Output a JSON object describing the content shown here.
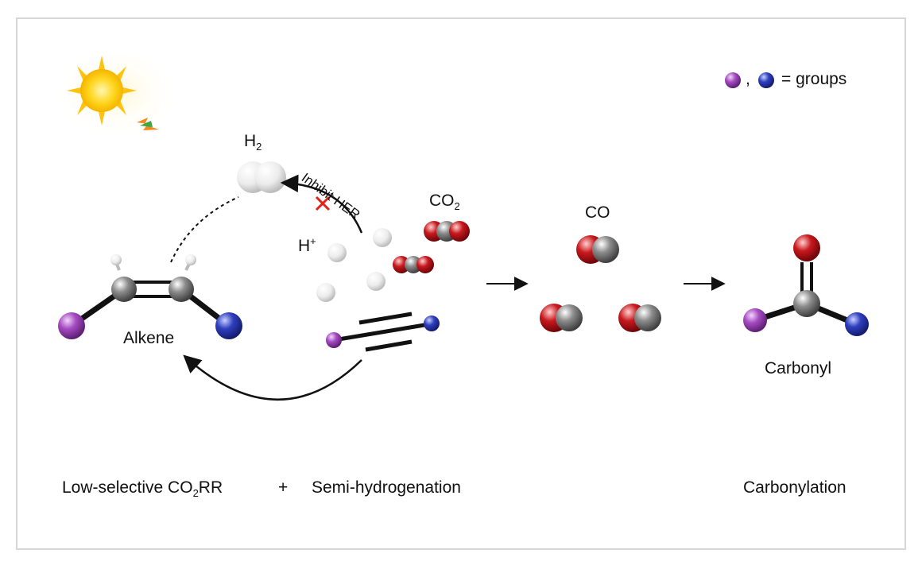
{
  "legend": {
    "text": "= groups",
    "separator": ","
  },
  "labels": {
    "h2": {
      "main": "H",
      "sub": "2"
    },
    "inhibit_her": "Inhibit HER",
    "co2": {
      "main": "CO",
      "sub": "2"
    },
    "h_plus": {
      "main": "H",
      "sup": "+"
    },
    "co": "CO",
    "alkene": "Alkene",
    "carbonyl": "Carbonyl"
  },
  "captions": {
    "co2rr": {
      "pre": "Low-selective CO",
      "sub": "2",
      "post": "RR"
    },
    "plus": "+",
    "semi_hydrogenation": "Semi-hydrogenation",
    "carbonylation": "Carbonylation"
  },
  "colors": {
    "purple_group": "#9b3fb5",
    "blue_group": "#2b3bb0",
    "oxygen_red": "#c4161c",
    "carbon_gray": "#7d7d7d",
    "inhibit_cross": "#e2231a",
    "sun": "#ffd21f"
  }
}
